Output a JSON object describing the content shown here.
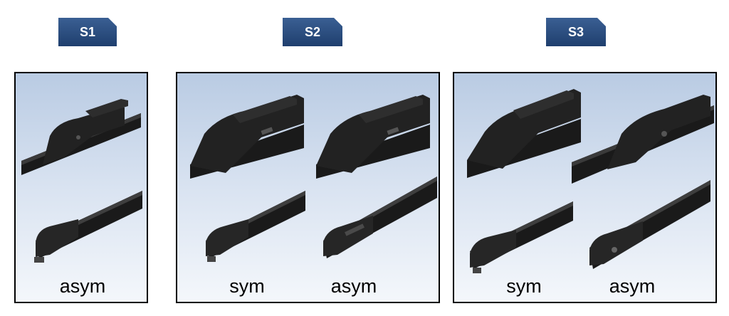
{
  "sections": [
    {
      "tag": "S1",
      "labels": [
        "asym"
      ]
    },
    {
      "tag": "S2",
      "labels": [
        "sym",
        "asym"
      ]
    },
    {
      "tag": "S3",
      "labels": [
        "sym",
        "asym"
      ]
    }
  ],
  "colors": {
    "tag_bg": "#2b4c7e",
    "panel_top": "#b9cbe3",
    "panel_bottom": "#f4f7fb",
    "blade": "#1a1a1a"
  },
  "images": [
    "wiper-blade-adapter",
    "wiper-blade-end",
    "wiper-blade-adapter",
    "wiper-blade-adapter",
    "wiper-blade-end",
    "wiper-blade-end",
    "wiper-blade-adapter",
    "wiper-blade-adapter",
    "wiper-blade-end",
    "wiper-blade-end"
  ]
}
